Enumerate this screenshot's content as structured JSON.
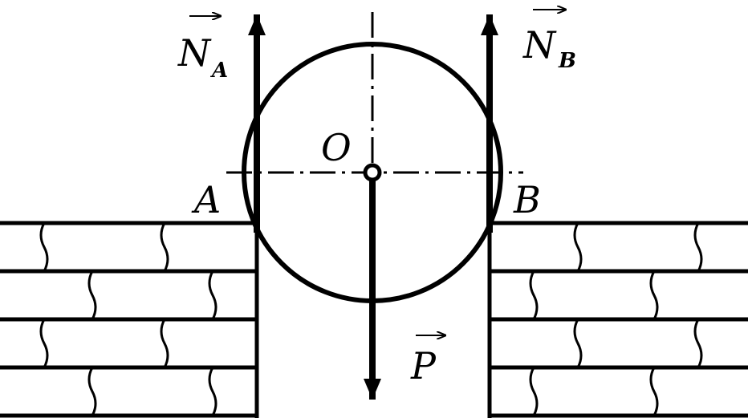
{
  "labels": {
    "na_main": "N",
    "na_sub": "A",
    "nb_main": "N",
    "nb_sub": "B",
    "p": "P",
    "o": "O",
    "a": "A",
    "b": "B"
  },
  "colors": {
    "stroke": "#000000",
    "background": "#ffffff"
  }
}
